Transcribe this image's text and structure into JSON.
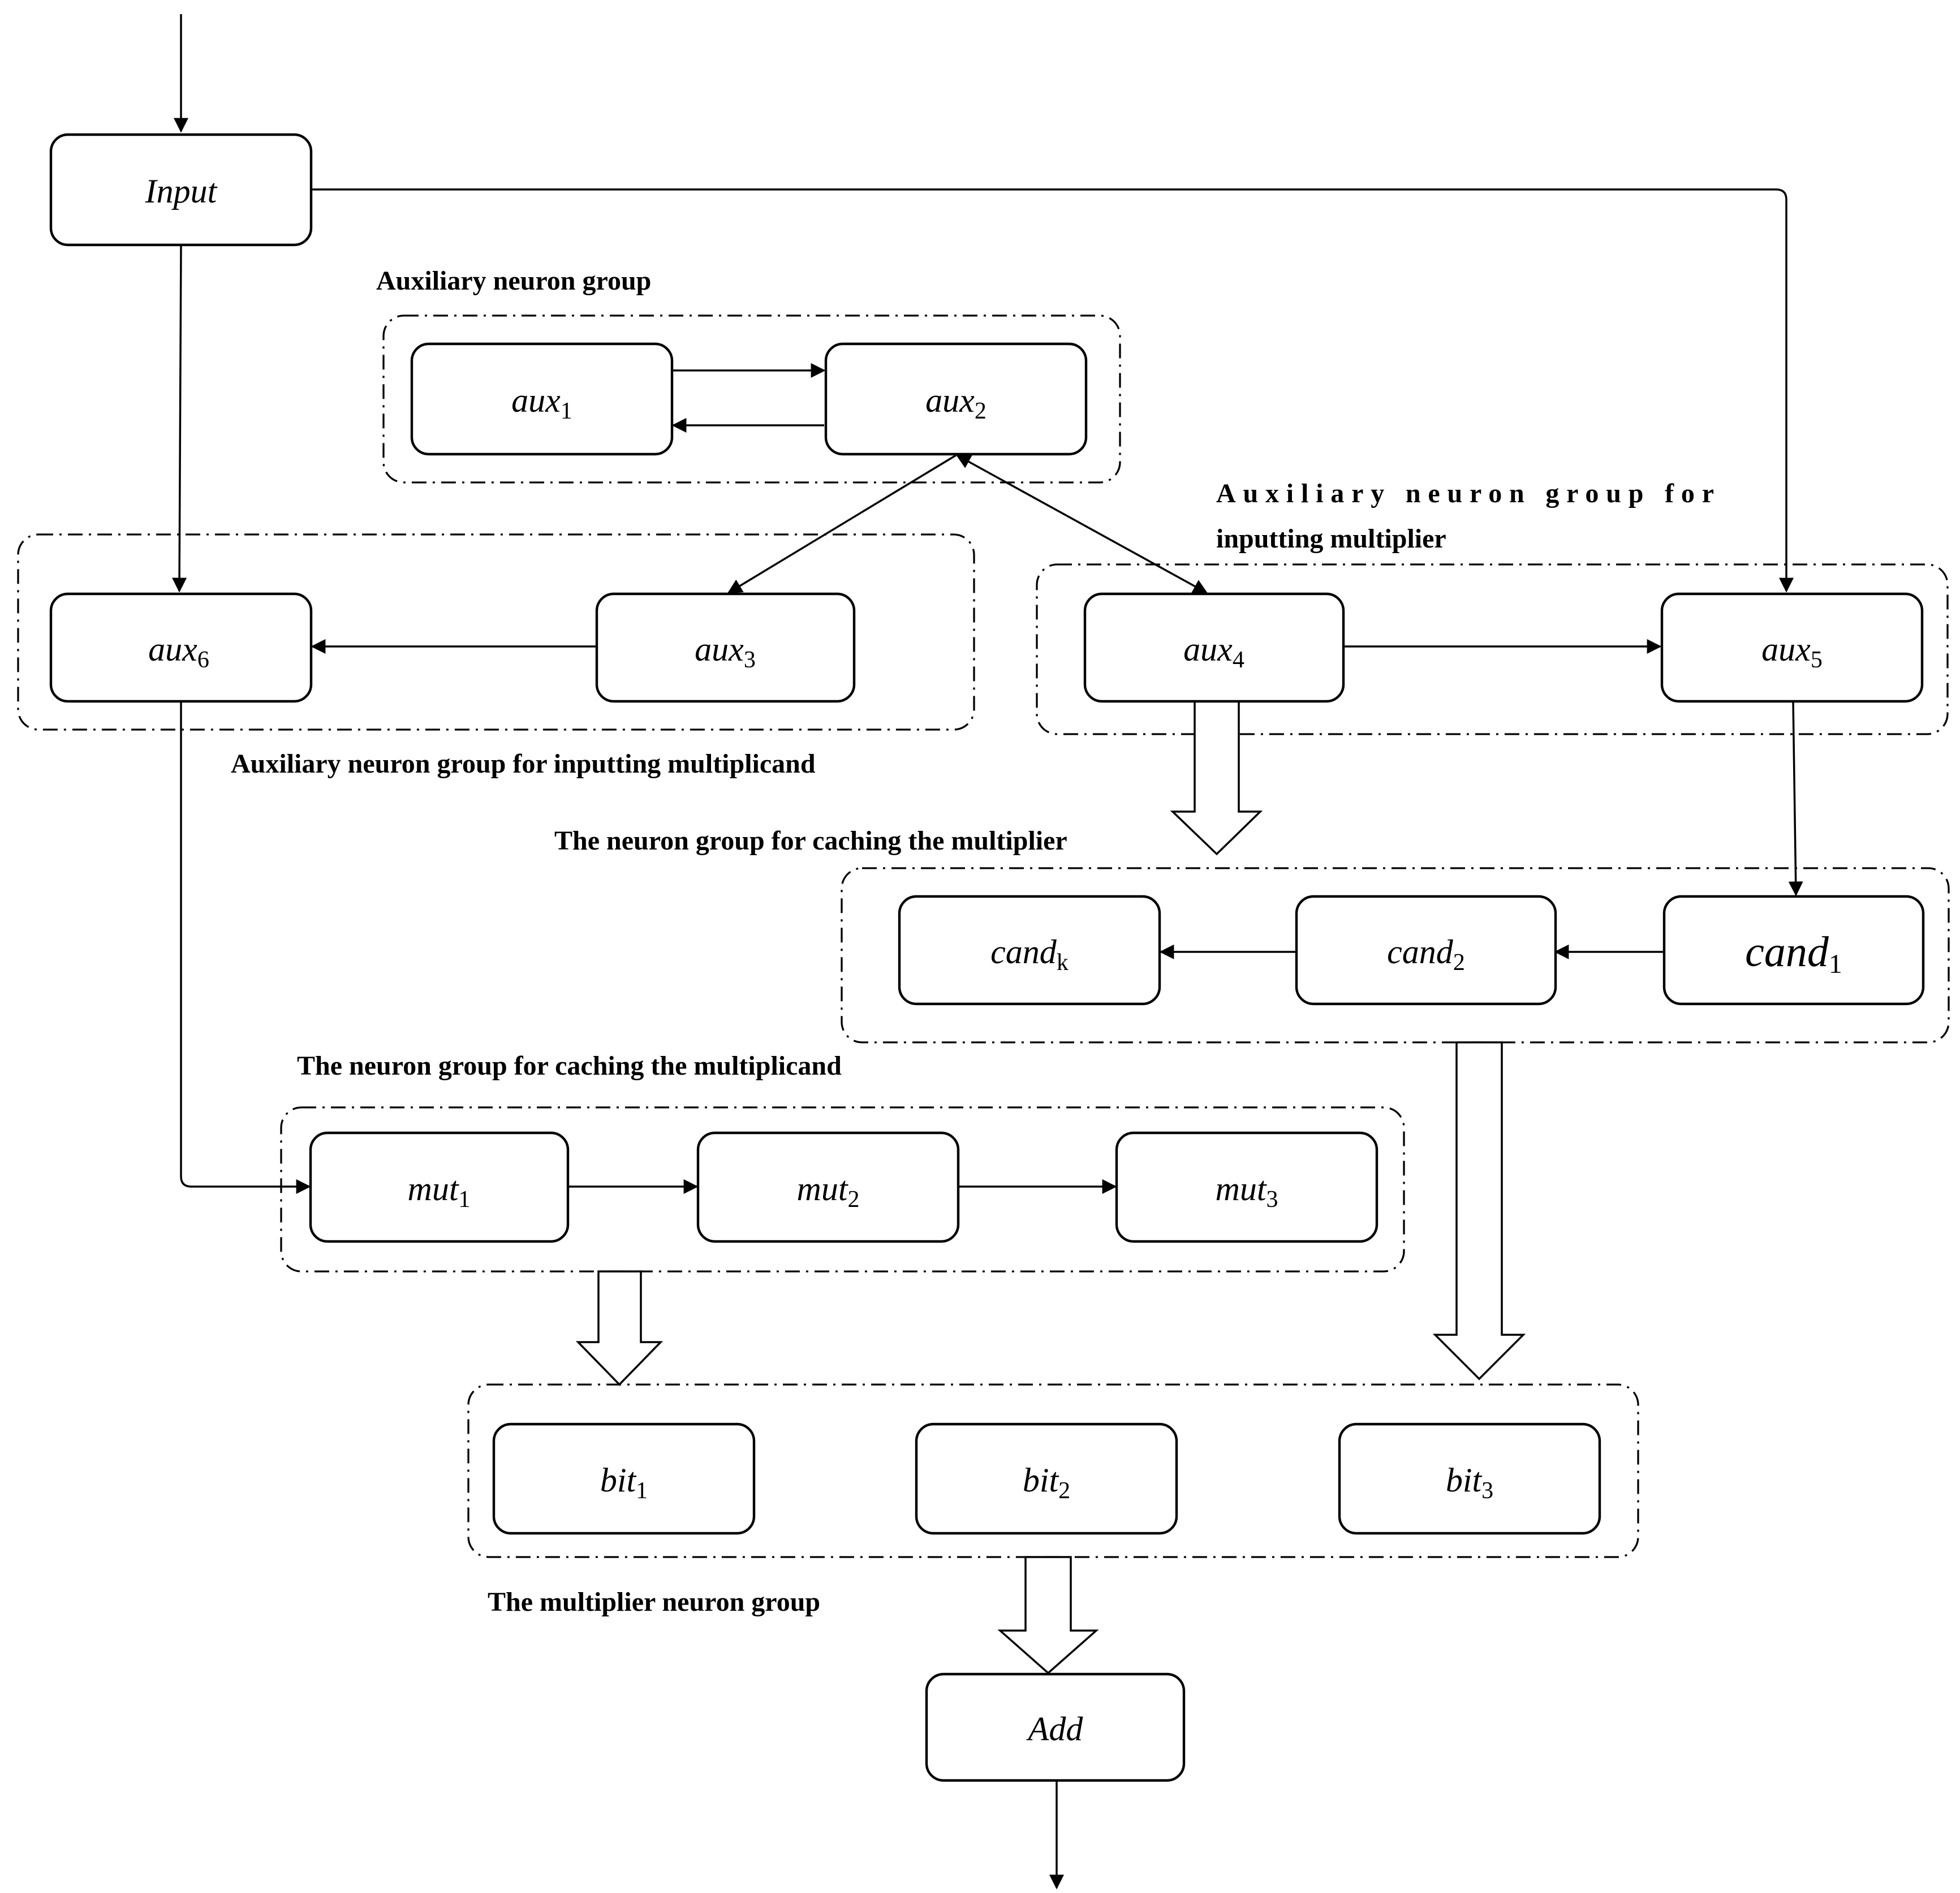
{
  "nodes": {
    "input": {
      "label": "Input"
    },
    "aux1": {
      "base": "aux",
      "sub": "1"
    },
    "aux2": {
      "base": "aux",
      "sub": "2"
    },
    "aux3": {
      "base": "aux",
      "sub": "3"
    },
    "aux4": {
      "base": "aux",
      "sub": "4"
    },
    "aux5": {
      "base": "aux",
      "sub": "5"
    },
    "aux6": {
      "base": "aux",
      "sub": "6"
    },
    "candk": {
      "base": "cand",
      "sub": "k"
    },
    "cand2": {
      "base": "cand",
      "sub": "2"
    },
    "cand1": {
      "base": "cand",
      "sub": "1"
    },
    "mut1": {
      "base": "mut",
      "sub": "1"
    },
    "mut2": {
      "base": "mut",
      "sub": "2"
    },
    "mut3": {
      "base": "mut",
      "sub": "3"
    },
    "bit1": {
      "base": "bit",
      "sub": "1"
    },
    "bit2": {
      "base": "bit",
      "sub": "2"
    },
    "bit3": {
      "base": "bit",
      "sub": "3"
    },
    "add": {
      "label": "Add"
    }
  },
  "groups": {
    "auxiliary": "Auxiliary neuron group",
    "multiplier_input_line1": "Auxiliary neuron group for",
    "multiplier_input_line2": "inputting multiplier",
    "multiplicand_input": "Auxiliary neuron group for inputting multiplicand",
    "cache_multiplier": "The neuron group for caching the multiplier",
    "cache_multiplicand": "The neuron group for caching the multiplicand",
    "multiplier_group": "The multiplier neuron group"
  }
}
